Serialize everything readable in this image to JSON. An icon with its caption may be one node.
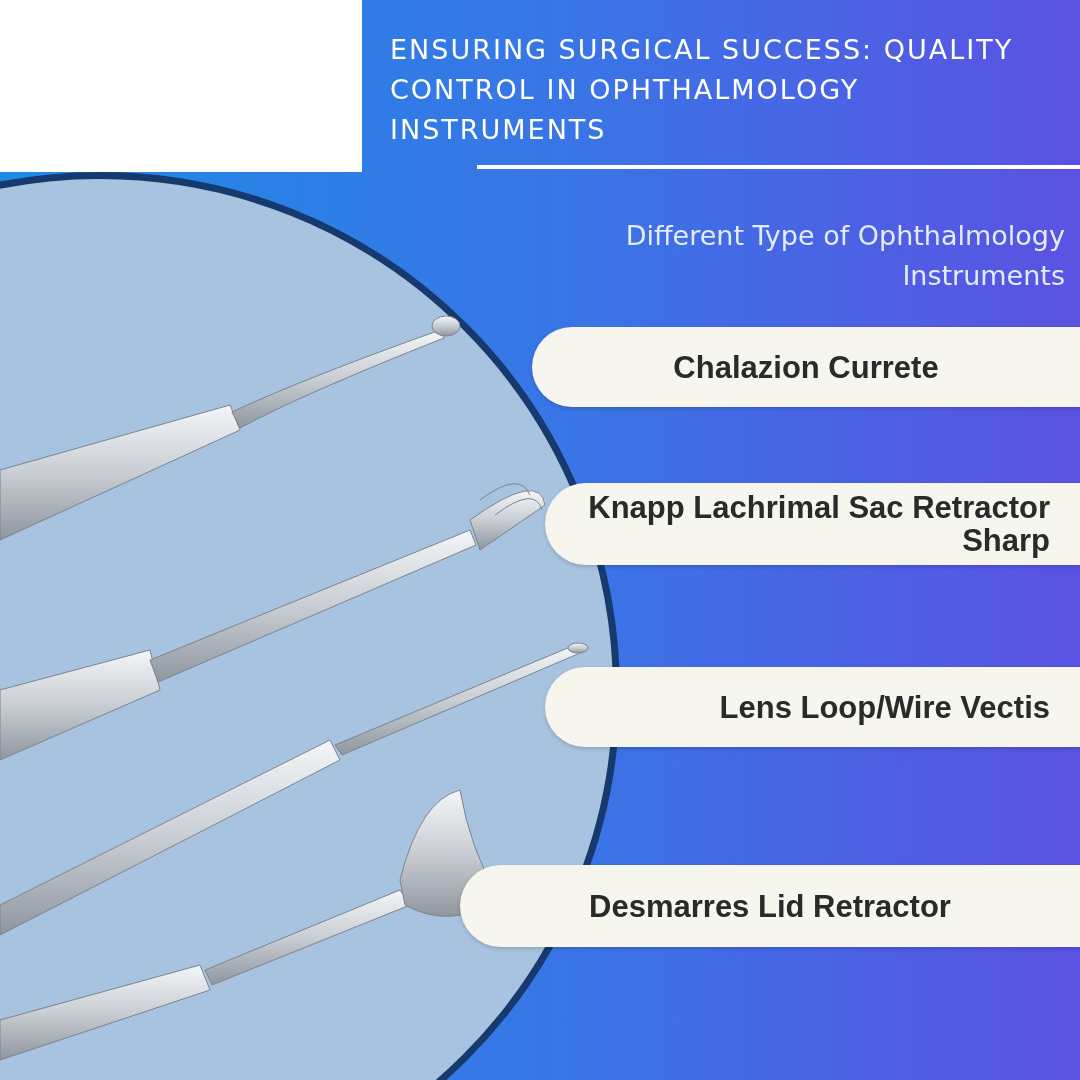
{
  "diagram": {
    "title": "ENSURING SURGICAL SUCCESS: QUALITY CONTROL IN OPHTHALMOLOGY INSTRUMENTS",
    "nodes": [
      {
        "text": [
          "Chalazion Currete"
        ]
      },
      {
        "text": [
          "Knapp Lachrimal Sac Retractor Sharp"
        ]
      },
      {
        "text": [
          "Lens Loop/Wire Vectis"
        ]
      },
      {
        "text": [
          "Desmarres Lid Retractor"
        ]
      }
    ],
    "labels": [
      "Different Type of Ophthalmology Instruments"
    ]
  }
}
